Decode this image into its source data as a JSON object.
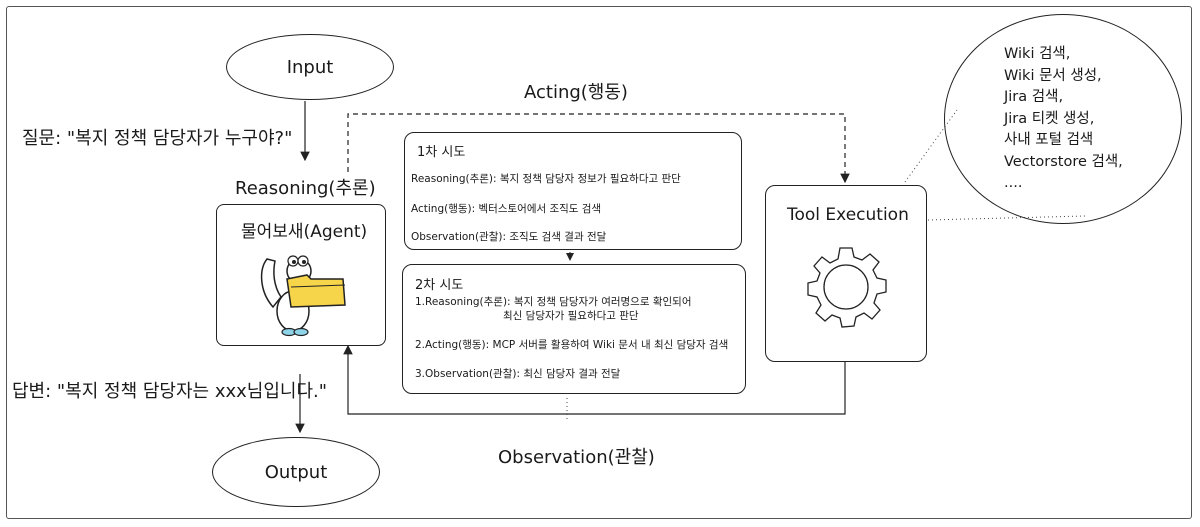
{
  "nodes": {
    "input": "Input",
    "output": "Output",
    "agent": "물어보새(Agent)",
    "tool_execution": "Tool Execution"
  },
  "edges": {
    "acting": "Acting(행동)",
    "reasoning": "Reasoning(추론)",
    "observation": "Observation(관찰)",
    "question": "질문: \"복지 정책 담당자가 누구야?\"",
    "answer": "답변: \"복지 정책 담당자는 xxx님입니다.\""
  },
  "attempt1": {
    "title": "1차 시도",
    "reasoning": "Reasoning(추론): 복지 정책 담당자 정보가 필요하다고 판단",
    "acting": "Acting(행동): 벡터스토어에서 조직도 검색",
    "observation": "Observation(관찰): 조직도 검색 결과 전달"
  },
  "attempt2": {
    "title": "2차 시도",
    "reasoning_line1": "1.Reasoning(추론): 복지 정책 담당자가 여러명으로 확인되어",
    "reasoning_line2": "최신 담당자가 필요하다고 판단",
    "acting": "2.Acting(행동): MCP 서버를 활용하여 Wiki 문서 내 최신 담당자 검색",
    "observation": "3.Observation(관찰): 최신 담당자 결과 전달"
  },
  "tools": [
    "Wiki 검색,",
    "Wiki 문서 생성,",
    "Jira 검색,",
    "Jira 티켓 생성,",
    "사내 포털 검색",
    "Vectorstore 검색,",
    "...."
  ],
  "colors": {
    "folder": "#f7d54a",
    "bird": "#ffffff",
    "foot": "#8fd3e8"
  }
}
